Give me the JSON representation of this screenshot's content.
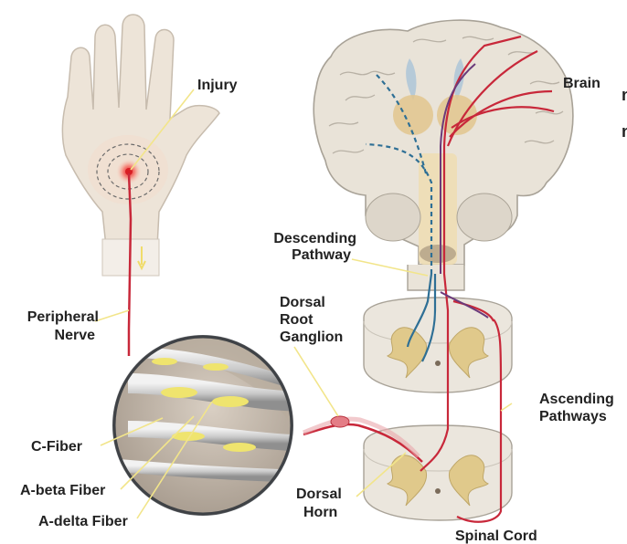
{
  "labels": {
    "injury": "Injury",
    "brain": "Brain",
    "descending_1": "Descending",
    "descending_2": "Pathway",
    "peripheral_1": "Peripheral",
    "peripheral_2": "Nerve",
    "dorsal_root_1": "Dorsal",
    "dorsal_root_2": "Root",
    "dorsal_root_3": "Ganglion",
    "ascending_1": "Ascending",
    "ascending_2": "Pathways",
    "c_fiber": "C-Fiber",
    "a_beta": "A-beta Fiber",
    "a_delta": "A-delta Fiber",
    "dorsal_horn_1": "Dorsal",
    "dorsal_horn_2": "Horn",
    "spinal_cord": "Spinal Cord",
    "edge_char_1": "n",
    "edge_char_2": "n"
  },
  "colors": {
    "skin": "#ece3d7",
    "skin_edge": "#c9bfb2",
    "brain_tissue": "#e8e2d6",
    "brain_edge": "#a8a297",
    "grey_matter": "#e6cf9e",
    "pathway_red": "#c8283a",
    "pathway_blue": "#2e6f95",
    "pathway_purple": "#6a3a7a",
    "pointer_yellow": "#f2e58a",
    "fiber_tube": "#dcdcdc",
    "fiber_yellow": "#efe46e",
    "injury_glow": "#f04a3a"
  }
}
